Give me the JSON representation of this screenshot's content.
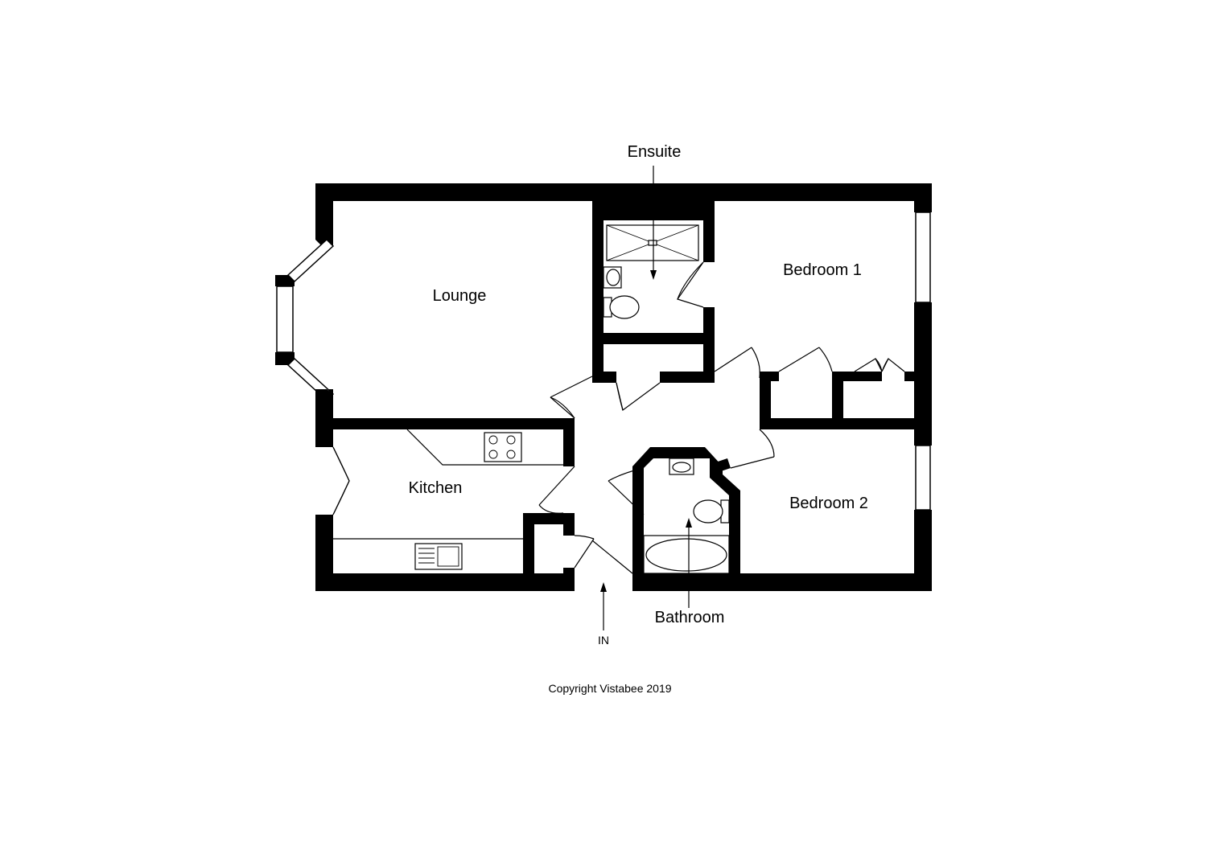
{
  "rooms": {
    "lounge": "Lounge",
    "kitchen": "Kitchen",
    "ensuite": "Ensuite",
    "bedroom1": "Bedroom 1",
    "bedroom2": "Bedroom 2",
    "bathroom": "Bathroom"
  },
  "entrance_label": "IN",
  "copyright": "Copyright Vistabee 2019",
  "colors": {
    "wall": "#000000",
    "background": "#ffffff"
  }
}
